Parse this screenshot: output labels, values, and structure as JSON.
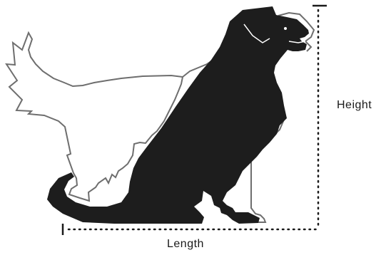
{
  "labels": {
    "height": "Height",
    "length": "Length"
  },
  "colors": {
    "dog_fill": "#1d1d1d",
    "outline_stroke": "#6e6e6e",
    "measure_line": "#1a1a1a",
    "background": "#ffffff"
  },
  "figures": {
    "sitting_dog": "sitting-dog-silhouette",
    "standing_dog": "standing-dog-outline"
  }
}
